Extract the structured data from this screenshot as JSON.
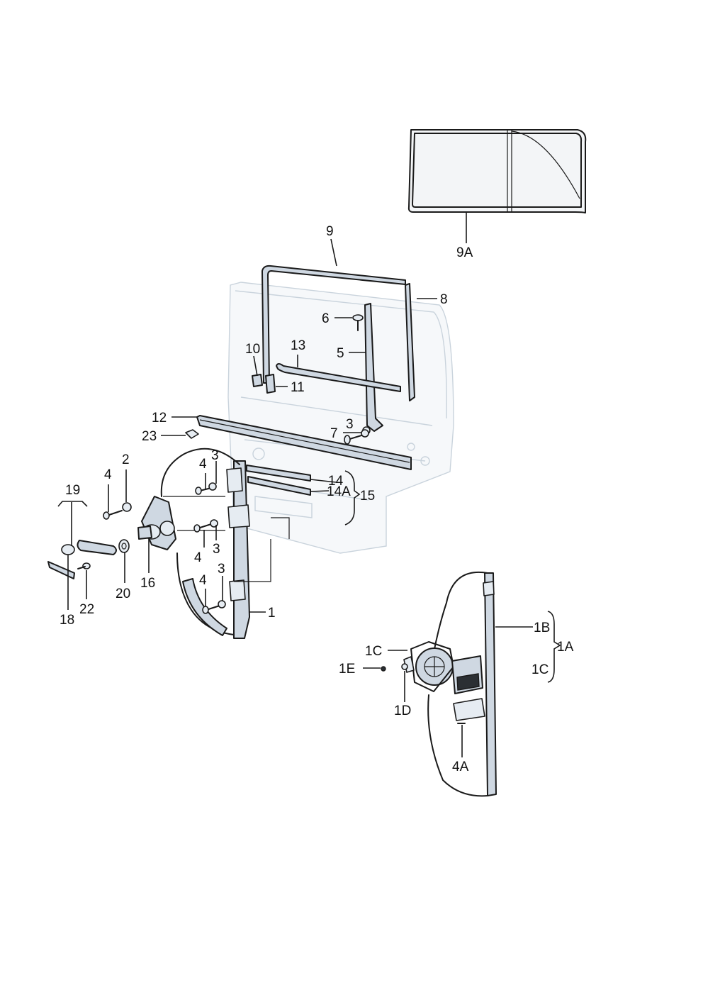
{
  "labels": {
    "p1": "1",
    "p1A": "1A",
    "p1B": "1B",
    "p1C_a": "1C",
    "p1C_b": "1C",
    "p1D": "1D",
    "p1E": "1E",
    "p2": "2",
    "p3_a": "3",
    "p3_b": "3",
    "p3_c": "3",
    "p3_d": "3",
    "p4_a": "4",
    "p4_b": "4",
    "p4_c": "4",
    "p4_d": "4",
    "p4A": "4A",
    "p5": "5",
    "p6": "6",
    "p7": "7",
    "p8": "8",
    "p9": "9",
    "p9A": "9A",
    "p10": "10",
    "p11": "11",
    "p12": "12",
    "p13": "13",
    "p14": "14",
    "p14A": "14A",
    "p15": "15",
    "p16": "16",
    "p18": "18",
    "p19": "19",
    "p20": "20",
    "p22": "22",
    "p23": "23"
  }
}
